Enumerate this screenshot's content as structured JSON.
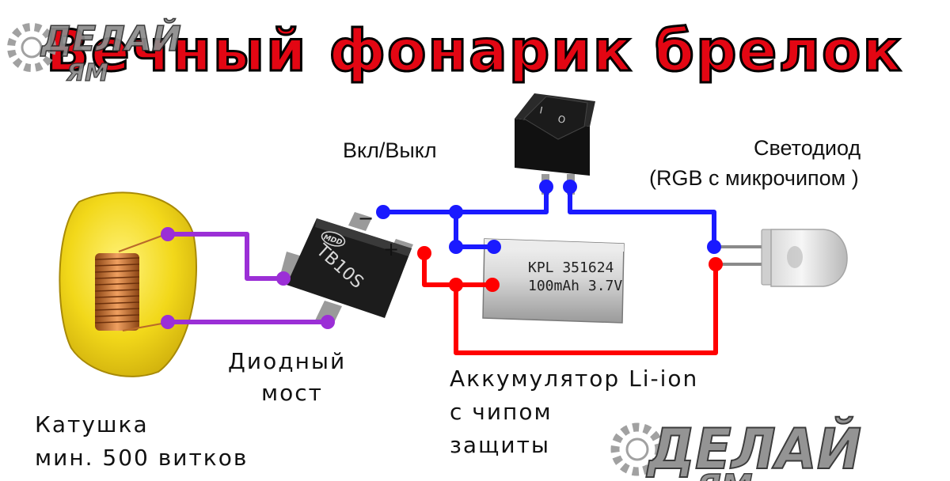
{
  "title": "Вечный фонарик брелок",
  "labels": {
    "switch": "Вкл/Выкл",
    "led_line1": "Светодиод",
    "led_line2": "(RGB с микрочипом )",
    "bridge_line1": "Диодный",
    "bridge_line2": "мост",
    "battery_line1": "Аккумулятор Li-ion",
    "battery_line2": "с чипом",
    "battery_line3": "защиты",
    "coil_line1": "Катушка",
    "coil_line2": "мин. 500 витков"
  },
  "components": {
    "bridge_marking": "TB10S",
    "bridge_logo": "MDD",
    "bridge_minus": "−",
    "bridge_plus": "+",
    "battery_line1": "KPL 351624",
    "battery_line2": "100mAh 3.7V",
    "switch_off_mark": "O",
    "switch_on_mark": "I"
  },
  "watermark": {
    "line1": "ДЕЛАЙ",
    "line2": "ЯМ"
  },
  "colors": {
    "title": "#e30613",
    "wire_positive": "#ff0000",
    "wire_negative": "#1a1aff",
    "wire_coil": "#9b2fd6",
    "coil_body": "#f2d81a",
    "copper": "#c8702a"
  }
}
